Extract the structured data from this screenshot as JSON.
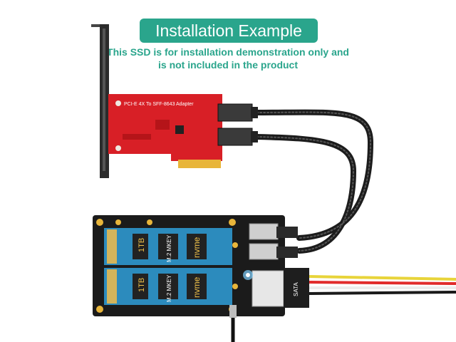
{
  "banner": {
    "title": "Installation Example"
  },
  "notice": {
    "line1": "This SSD is for installation demonstration only and",
    "line2": "is not included in the product"
  },
  "adapter_card": {
    "label": "PCI-E 4X To SFF-8643 Adapter"
  },
  "ssd_top": {
    "capacity": "1TB",
    "type": "M.2 MKEY",
    "interface": "nvme"
  },
  "ssd_bottom": {
    "capacity": "1TB",
    "type": "M.2 MKEY",
    "interface": "nvme"
  },
  "sata_connector": {
    "label": "SATA"
  },
  "colors": {
    "accent": "#2aa58c",
    "card": "#d81f26",
    "board": "#1b1b1b",
    "gold": "#e8b53a"
  }
}
